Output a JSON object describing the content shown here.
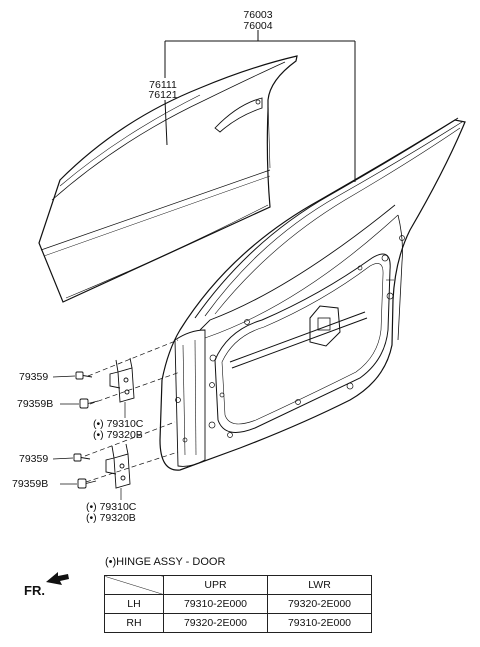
{
  "labels": {
    "door_assy_upper": "76003",
    "door_assy_lower": "76004",
    "outer_panel_upper": "76111",
    "outer_panel_lower": "76121",
    "bolt_upper_1": "79359",
    "bolt_upper_2": "79359B",
    "hinge_upper_1": "(•) 79310C",
    "hinge_upper_2": "(•) 79320B",
    "bolt_lower_1": "79359",
    "bolt_lower_2": "79359B",
    "hinge_lower_1": "(•) 79310C",
    "hinge_lower_2": "(•) 79320B"
  },
  "hinge_note": "(•)HINGE ASSY - DOOR",
  "direction_label": "FR.",
  "hinge_table": {
    "columns": [
      "",
      "UPR",
      "LWR"
    ],
    "rows": [
      {
        "side": "LH",
        "upr": "79310-2E000",
        "lwr": "79320-2E000"
      },
      {
        "side": "RH",
        "upr": "79320-2E000",
        "lwr": "79310-2E000"
      }
    ]
  }
}
